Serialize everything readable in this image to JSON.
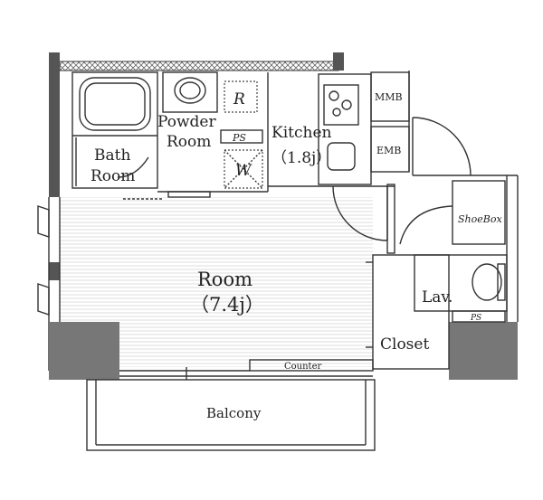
{
  "labels": {
    "bath_line1": "Bath",
    "bath_line2": "Room",
    "powder_line1": "Powder",
    "powder_line2": "Room",
    "r": "R",
    "ps": "PS",
    "w": "W",
    "kitchen_line1": "Kitchen",
    "kitchen_line2": "（1.8j）",
    "mmb": "MMB",
    "emb": "EMB",
    "shoebox": "ShoeBox",
    "room_line1": "Room",
    "room_line2": "（7.4j）",
    "lav": "Lav.",
    "ps_small": "PS",
    "closet": "Closet",
    "counter": "Counter",
    "balcony": "Balcony"
  },
  "colors": {
    "wall": "#555555",
    "line": "#333333",
    "column": "#777777",
    "background": "#ffffff"
  }
}
